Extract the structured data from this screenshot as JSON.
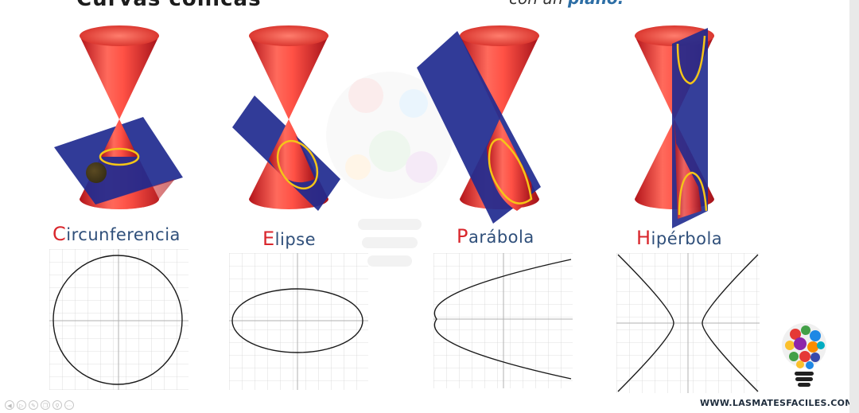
{
  "header": {
    "title_fragment": "Curvas cónicas",
    "subtitle_prefix": "con un",
    "subtitle_highlight": "plano."
  },
  "sections": [
    {
      "key": "circle",
      "label_first": "C",
      "label_rest": "ircunferencia"
    },
    {
      "key": "ellipse",
      "label_first": "E",
      "label_rest": "lipse"
    },
    {
      "key": "parabola",
      "label_first": "P",
      "label_rest": "arábola"
    },
    {
      "key": "hyperbola",
      "label_first": "H",
      "label_rest": "ipérbola"
    }
  ],
  "footer": {
    "site": "WWW.LASMATESFACILES.COM",
    "controls": [
      "back-icon",
      "play-icon",
      "pen-icon",
      "copy-icon",
      "zoom-icon",
      "more-icon"
    ]
  },
  "colors": {
    "cone_red": "#e8342b",
    "plane_blue": "#1f2a8f",
    "curve_yellow": "#f5c518",
    "label_blue": "#2f4f7a",
    "label_red": "#d9262c"
  }
}
